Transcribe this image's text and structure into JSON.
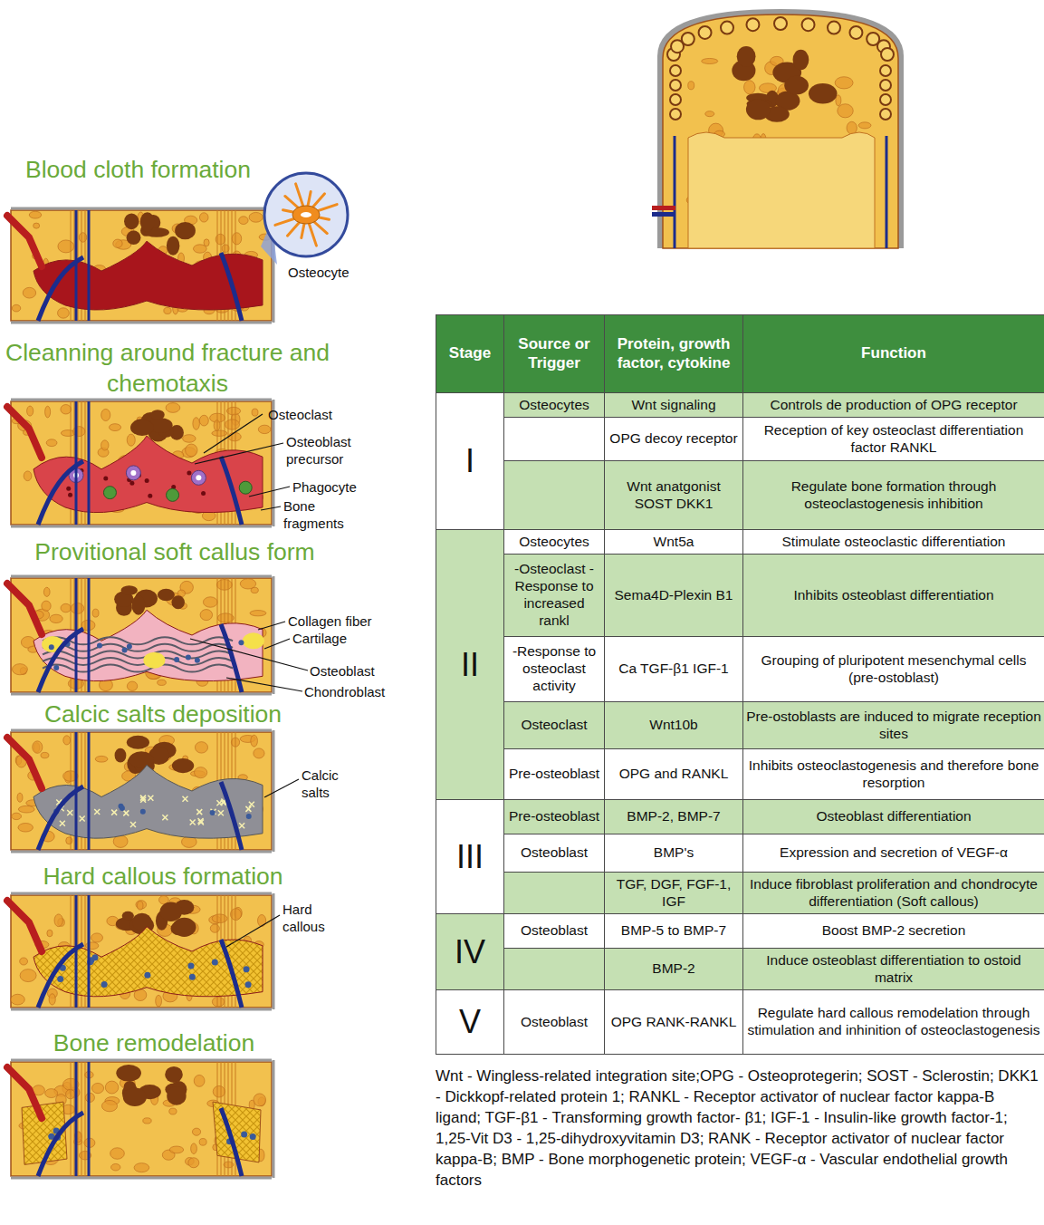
{
  "diagram": {
    "nodes": [
      {
        "text": [
          "Blood cloth formation"
        ]
      },
      {
        "text": [
          "Cleanning around fracture and chemotaxis"
        ]
      },
      {
        "text": [
          "Provitional soft callus form"
        ]
      },
      {
        "text": [
          "Calcic salts deposition"
        ]
      },
      {
        "text": [
          "Hard callous formation"
        ]
      },
      {
        "text": [
          "Bone remodelation"
        ]
      }
    ],
    "labels": [
      "Osteocyte",
      "Osteoclast",
      "Osteoblast precursor",
      "Phagocyte",
      "Bone fragments",
      "Collagen fiber",
      "Cartilage",
      "Osteoblast",
      "Chondroblast",
      "Calcic salts",
      "Hard callous",
      "Stage",
      "Source or Trigger",
      "Protein, growth factor, cytokine",
      "Function",
      "I",
      "Osteocytes",
      "Wnt signaling",
      "Controls de production of OPG receptor",
      "OPG decoy receptor",
      "Reception of key osteoclast differentiation factor RANKL",
      "Wnt anatgonist SOST DKK1",
      "Regulate bone formation through osteoclastogenesis inhibition",
      "II",
      "Osteocytes",
      "Wnt5a",
      "Stimulate osteoclastic differentiation",
      "-Osteoclast -Response to increased rankl",
      "Sema4D-Plexin B1",
      "Inhibits osteoblast differentiation",
      "-Response to osteoclast activity",
      "Ca TGF-β1 IGF-1",
      "Grouping of pluripotent mesenchymal cells (pre-ostoblast)",
      "Osteoclast",
      "Wnt10b",
      "Pre-ostoblasts are induced to migrate reception sites",
      "Pre-osteoblast",
      "OPG and RANKL",
      "Inhibits osteoclastogenesis and therefore bone resorption",
      "III",
      "Pre-osteoblast",
      "BMP-2, BMP-7",
      "Osteoblast differentiation",
      "Osteoblast",
      "BMP's",
      "Expression and secretion of VEGF-α",
      "TGF, DGF, FGF-1, IGF",
      "Induce fibroblast proliferation and chondrocyte differentiation (Soft callous)",
      "IV",
      "Osteoblast",
      "BMP-5 to BMP-7",
      "Boost BMP-2 secretion",
      "BMP-2",
      "Induce osteoblast differentiation to ostoid matrix",
      "V",
      "Osteoblast",
      "OPG RANK-RANKL",
      "Regulate hard callous remodelation through stimulation and inhinition of osteoclastogenesis"
    ],
    "caption": "Wnt - Wingless-related integration site;OPG - Osteoprotegerin; SOST - Sclerostin; DKK1 - Dickkopf-related protein 1; RANKL - Receptor activator of nuclear factor kappa-B ligand; TGF-β1 - Transforming growth factor- β1; IGF-1 - Insulin-like growth factor-1; 1,25-Vit D3 - 1,25-dihydroxyvitamin D3; RANK - Receptor activator of nuclear factor kappa-B; BMP - Bone morphogenetic protein; VEGF-α - Vascular endothelial growth factors"
  }
}
